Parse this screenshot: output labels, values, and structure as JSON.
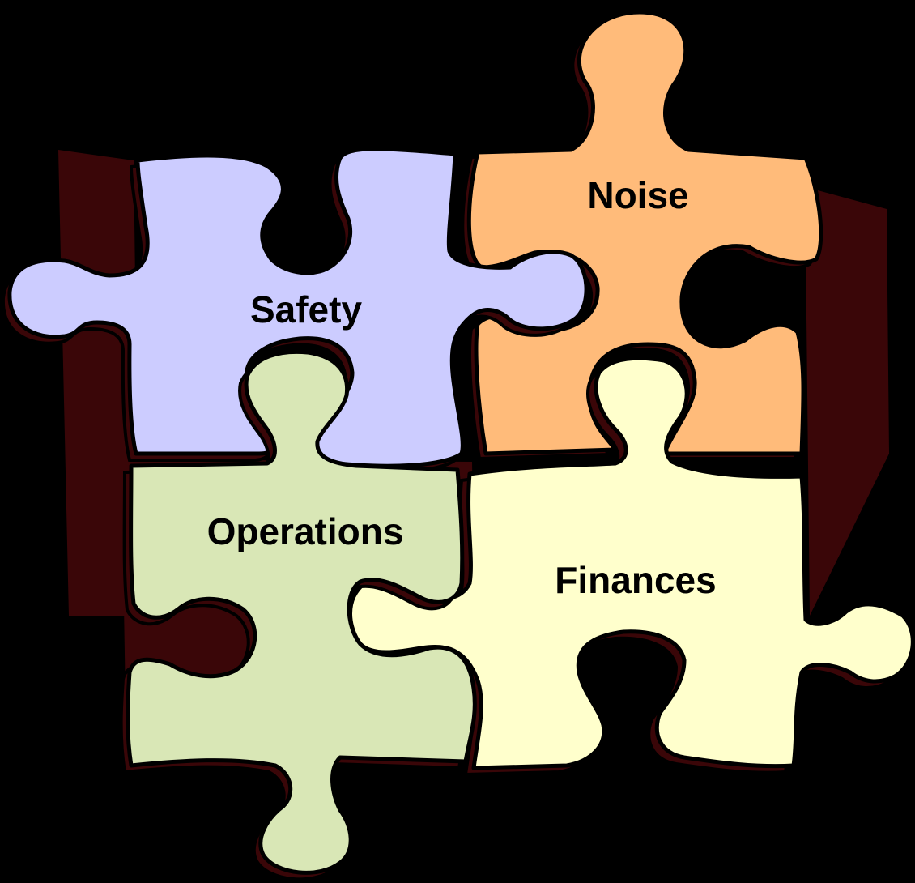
{
  "background_color": "#000000",
  "shadow_color": "#3a0608",
  "outline_color": "#000000",
  "pieces": [
    {
      "id": "safety",
      "label": "Safety",
      "color": "#ccccff"
    },
    {
      "id": "noise",
      "label": "Noise",
      "color": "#ffbb7a"
    },
    {
      "id": "operations",
      "label": "Operations",
      "color": "#d9e7b6"
    },
    {
      "id": "finances",
      "label": "Finances",
      "color": "#ffffcc"
    }
  ]
}
